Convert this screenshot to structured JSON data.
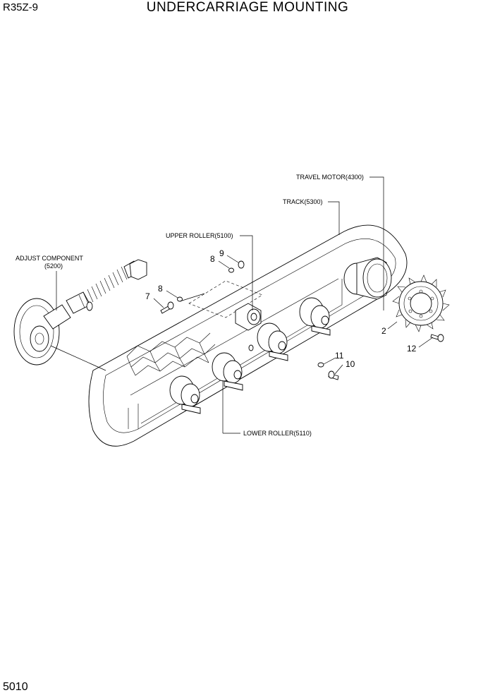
{
  "header": {
    "model": "R35Z-9",
    "title": "UNDERCARRIAGE MOUNTING"
  },
  "footer": {
    "page_number": "5010"
  },
  "labels": {
    "travel_motor": "TRAVEL MOTOR(4300)",
    "track": "TRACK(5300)",
    "upper_roller": "UPPER ROLLER(5100)",
    "adjust_component_line1": "ADJUST COMPONENT",
    "adjust_component_line2": "(5200)",
    "lower_roller": "LOWER ROLLER(5110)"
  },
  "callouts": {
    "p2": "2",
    "p7": "7",
    "p8a": "8",
    "p8b": "8",
    "p9": "9",
    "p10": "10",
    "p11": "11",
    "p12": "12"
  }
}
